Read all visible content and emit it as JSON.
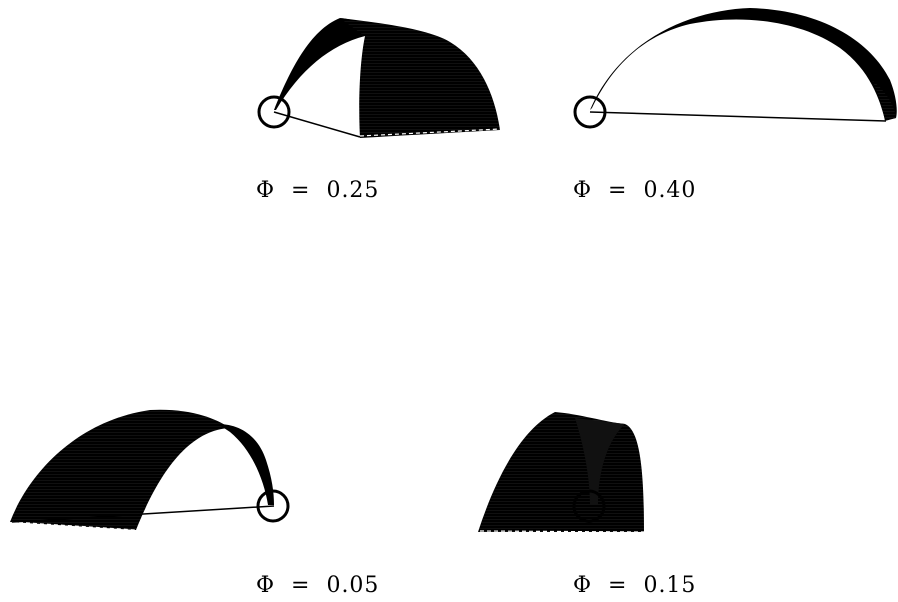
{
  "panels": [
    {
      "label": "Φ  =  0.25"
    },
    {
      "label": "Φ  =  0.40"
    },
    {
      "label": "Φ  =  0.05"
    },
    {
      "label": "Φ  =  0.15"
    }
  ],
  "colors": {
    "ink": "#000000",
    "background": "#ffffff",
    "dash": "#ffffff"
  }
}
